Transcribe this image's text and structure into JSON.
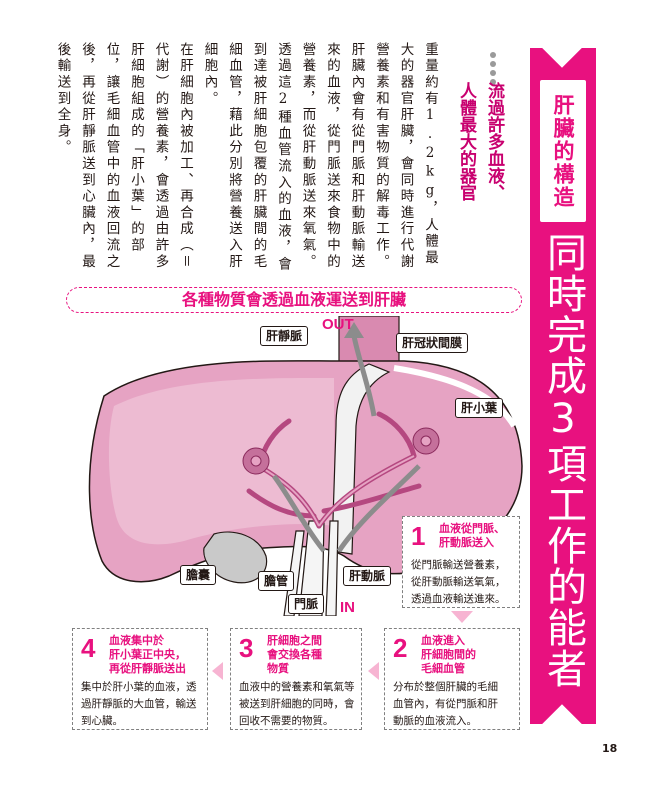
{
  "banner": {
    "subtitle": "肝臟的構造",
    "title": "同時完成3項工作的能者"
  },
  "section": {
    "heading_line1": "流過許多血液、",
    "heading_line2": "人體最大的器官"
  },
  "body": {
    "para1": "重量約有1.2kg，人體最大的器官肝臟，會同時進行代謝營養素和有害物質的解毒工作。",
    "para2": "肝臟內會有從門脈和肝動脈輸送來的血液，從門脈送來食物中的營養素，而從肝動脈送來氧氣。",
    "para3": "透過這2種血管流入的血液，會到達被肝細胞包覆的肝臟間的毛細血管，藉此分別將營養送入肝細胞內。",
    "para4": "在肝細胞內被加工、再合成（＝代謝）的營養素，會透過由許多肝細胞組成的「肝小葉」的部位，讓毛細血管中的血液回流之後，再從肝靜脈送到心臟內，最後輸送到全身。"
  },
  "diagram": {
    "heading": "各種物質會透過血液運送到肝臟",
    "labels": {
      "hepatic_vein": "肝靜脈",
      "out": "OUT",
      "coronary_ligament": "肝冠狀間膜",
      "lobule": "肝小葉",
      "gallbladder": "膽囊",
      "bile_duct": "膽管",
      "hepatic_artery": "肝動脈",
      "portal_vein": "門脈",
      "in": "IN"
    }
  },
  "steps": [
    {
      "num": "1",
      "title": "血液從門脈、\n肝動脈送入",
      "text": "從門脈輸送營養素，\n從肝動脈輸送氧氣，\n透過血液輸送進來。"
    },
    {
      "num": "2",
      "title": "血液進入\n肝細胞間的\n毛細血管",
      "text": "分布於整個肝臟的毛細\n血管內，有從門脈和肝\n動脈的血液流入。"
    },
    {
      "num": "3",
      "title": "肝細胞之間\n會交換各種\n物質",
      "text": "血液中的營養素和氧氣等\n被送到肝細胞的同時，會\n回收不需要的物質。"
    },
    {
      "num": "4",
      "title": "血液集中於\n肝小葉正中央，\n再從肝靜脈送出",
      "text": "集中於肝小葉的血液，透\n過肝靜脈的大血管，輸送\n到心臟。"
    }
  ],
  "page_number": "18",
  "colors": {
    "accent": "#e8117f",
    "liver": "#e6a3c3",
    "liver_light": "#f6dbe8"
  }
}
